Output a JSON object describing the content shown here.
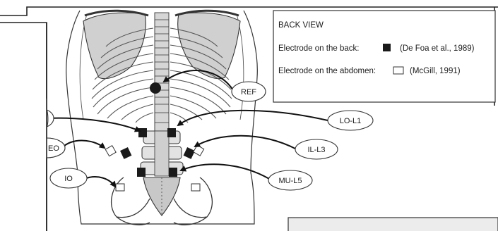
{
  "legend": {
    "title": "BACK VIEW",
    "back_text": "Electrode on the back:",
    "back_source": "(De Foa et al., 1989)",
    "abdomen_text": "Electrode on the abdomen:",
    "abdomen_source": "(McGill, 1991)"
  },
  "labels": {
    "ref": "REF",
    "lo_l1": "LO-L1",
    "il_l3": "IL-L3",
    "mu_l5": "MU-L5",
    "eo": "EO",
    "io": "IO"
  },
  "colors": {
    "bone_fill": "#d0d0d0",
    "outline": "#333333",
    "electrode_back": "#1a1a1a",
    "electrode_abdomen": "#ffffff",
    "panel_bg": "#ececec"
  }
}
